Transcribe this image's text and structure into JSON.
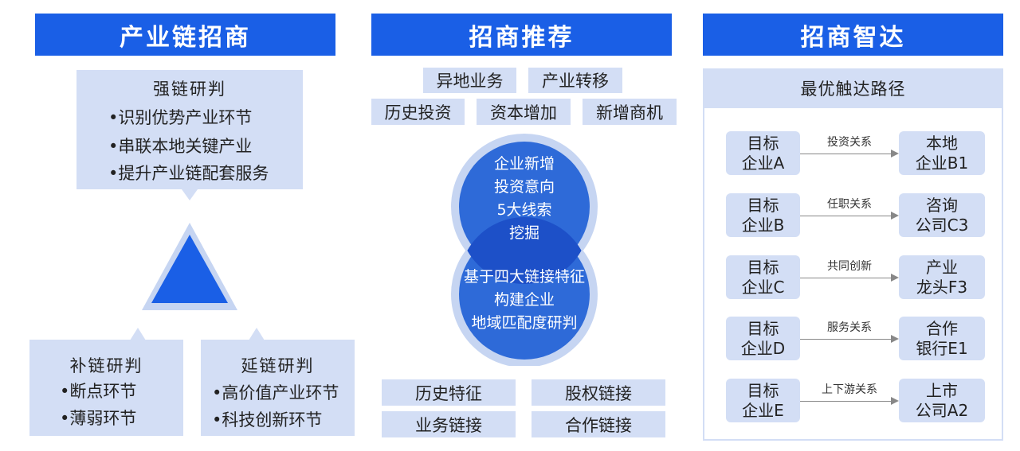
{
  "col1": {
    "header": "产业链招商",
    "strong": {
      "title": "强链研判",
      "items": [
        "•识别优势产业环节",
        "•串联本地关键产业",
        "•提升产业链配套服务"
      ]
    },
    "patch": {
      "title": "补链研判",
      "items": [
        "•断点环节",
        "•薄弱环节"
      ]
    },
    "extend": {
      "title": "延链研判",
      "items": [
        "•高价值产业环节",
        "•科技创新环节"
      ]
    }
  },
  "col2": {
    "header": "招商推荐",
    "top_tags": [
      "异地业务",
      "产业转移",
      "历史投资",
      "资本增加",
      "新增商机"
    ],
    "circle_top": [
      "企业新增",
      "投资意向",
      "5大线索",
      "挖掘"
    ],
    "circle_bottom": [
      "基于四大链接特征",
      "构建企业",
      "地域匹配度研判"
    ],
    "bottom_tags": [
      "历史特征",
      "股权链接",
      "业务链接",
      "合作链接"
    ]
  },
  "col3": {
    "header": "招商智达",
    "panel_title": "最优触达路径",
    "rows": [
      {
        "left": [
          "目标",
          "企业A"
        ],
        "relation": "投资关系",
        "right": [
          "本地",
          "企业B1"
        ]
      },
      {
        "left": [
          "目标",
          "企业B"
        ],
        "relation": "任职关系",
        "right": [
          "咨询",
          "公司C3"
        ]
      },
      {
        "left": [
          "目标",
          "企业C"
        ],
        "relation": "共同创新",
        "right": [
          "产业",
          "龙头F3"
        ]
      },
      {
        "left": [
          "目标",
          "企业D"
        ],
        "relation": "服务关系",
        "right": [
          "合作",
          "银行E1"
        ]
      },
      {
        "left": [
          "目标",
          "企业E"
        ],
        "relation": "上下游关系",
        "right": [
          "上市",
          "公司A2"
        ]
      }
    ]
  },
  "colors": {
    "header": "#1a5fe6",
    "box": "#d3def5",
    "triangle": "#1a5fe6",
    "circle": "#2e6ad8"
  }
}
